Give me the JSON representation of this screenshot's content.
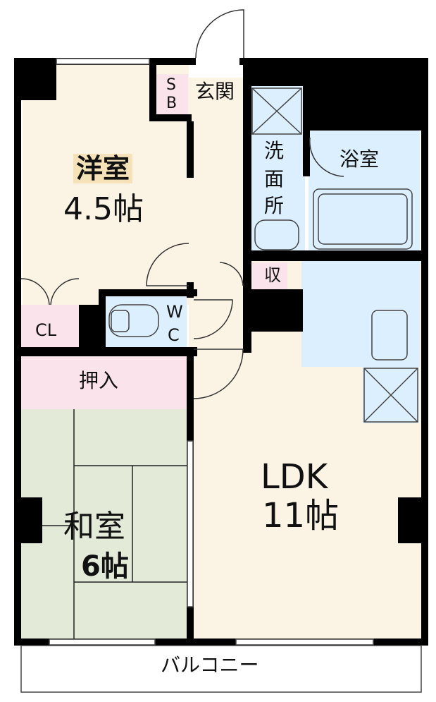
{
  "rooms": {
    "western": {
      "name": "洋室",
      "size": "4.5帖"
    },
    "japanese": {
      "name": "和室",
      "size": "6帖"
    },
    "ldk": {
      "name": "LDK",
      "size": "11帖"
    },
    "entrance": {
      "name": "玄関"
    },
    "shoe_box": {
      "line1": "S",
      "line2": "B"
    },
    "washroom": {
      "line1": "洗",
      "line2": "面",
      "line3": "所"
    },
    "bathroom": {
      "name": "浴室"
    },
    "storage": {
      "name": "収"
    },
    "toilet": {
      "line1": "W",
      "line2": "C"
    },
    "closet": {
      "name": "CL"
    },
    "oshiire": {
      "name": "押入"
    },
    "balcony": {
      "name": "バルコニー"
    }
  },
  "colors": {
    "wall": "#000000",
    "western_floor": "#fbf3e3",
    "ldk_floor": "#fbf3e3",
    "tatami": "#e4ead8",
    "wet_area": "#dcefff",
    "storage": "#fbe3ec",
    "room_label_highlight": "#f5e2b8",
    "balcony": "#ffffff"
  }
}
